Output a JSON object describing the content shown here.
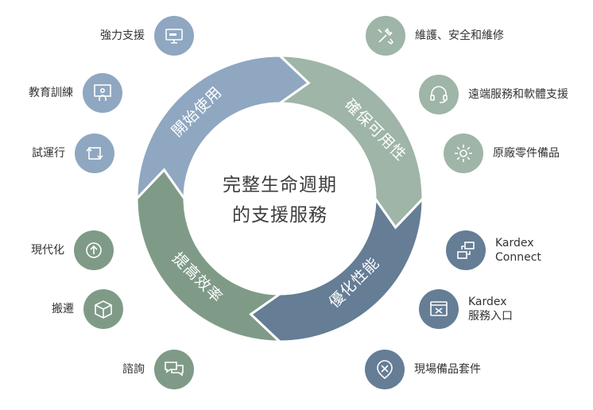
{
  "center": {
    "line1": "完整生命週期",
    "line2": "的支援服務"
  },
  "segments": {
    "start": "開始使用",
    "availability": "確保可用性",
    "performance": "優化性能",
    "efficiency": "提高效率"
  },
  "colors": {
    "start": "#8fa7c1",
    "availability": "#9eb5a7",
    "performance": "#657d95",
    "efficiency": "#7f9b87",
    "inner": "#ffffff"
  },
  "left_items": [
    {
      "label": "強力支援",
      "icon": "monitor-icon",
      "color": "#8fa7c1"
    },
    {
      "label": "教育訓練",
      "icon": "presentation-icon",
      "color": "#8fa7c1"
    },
    {
      "label": "試運行",
      "icon": "trial-run-icon",
      "color": "#8fa7c1"
    },
    {
      "label": "現代化",
      "icon": "upgrade-icon",
      "color": "#7f9b87"
    },
    {
      "label": "搬遷",
      "icon": "box-icon",
      "color": "#7f9b87"
    },
    {
      "label": "諮詢",
      "icon": "chat-icon",
      "color": "#7f9b87"
    }
  ],
  "right_items": [
    {
      "label": "維護、安全和維修",
      "icon": "tools-icon",
      "color": "#9eb5a7"
    },
    {
      "label": "遠端服務和軟體支援",
      "icon": "headset-icon",
      "color": "#9eb5a7"
    },
    {
      "label": "原廠零件備品",
      "icon": "gear-icon",
      "color": "#9eb5a7"
    },
    {
      "line1": "Kardex",
      "line2": "Connect",
      "icon": "connect-icon",
      "color": "#657d95"
    },
    {
      "line1": "Kardex",
      "line2": "服務入口",
      "icon": "portal-icon",
      "color": "#657d95"
    },
    {
      "label": "現場備品套件",
      "icon": "kit-icon",
      "color": "#657d95"
    }
  ]
}
